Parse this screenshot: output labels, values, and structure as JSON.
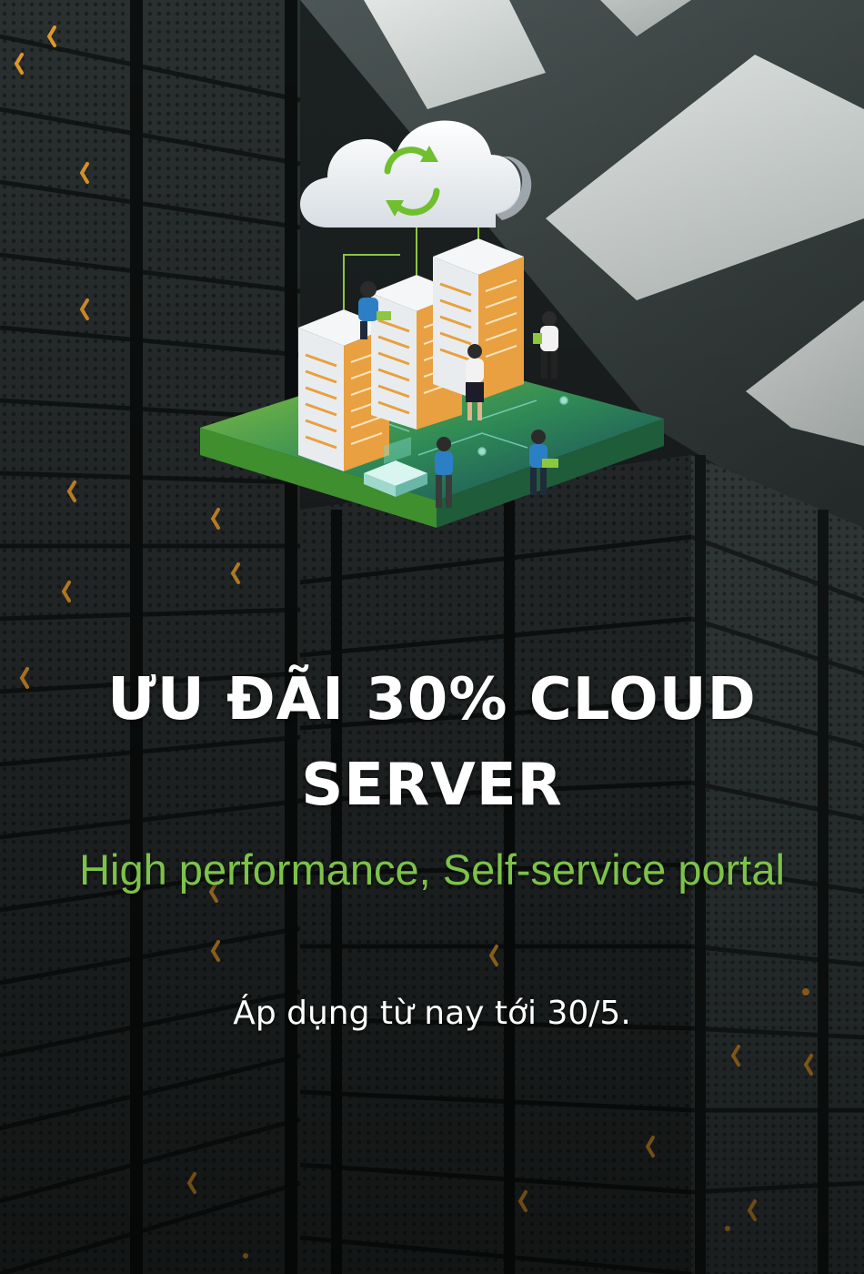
{
  "banner": {
    "headline_line1": "ƯU ĐÃI 30% CLOUD",
    "headline_line2": "SERVER",
    "subheadline": "High performance, Self-service portal",
    "note": "Áp dụng từ nay tới 30/5."
  },
  "colors": {
    "accent_green": "#7dc24a",
    "server_orange": "#e8a040",
    "led_orange": "#e39a2c",
    "text_white": "#ffffff",
    "background_dark": "#161a1a"
  },
  "icons": {
    "cloud": "cloud-sync-icon",
    "refresh": "refresh-icon",
    "servers": "server-tower-icon",
    "people": "person-icon"
  }
}
